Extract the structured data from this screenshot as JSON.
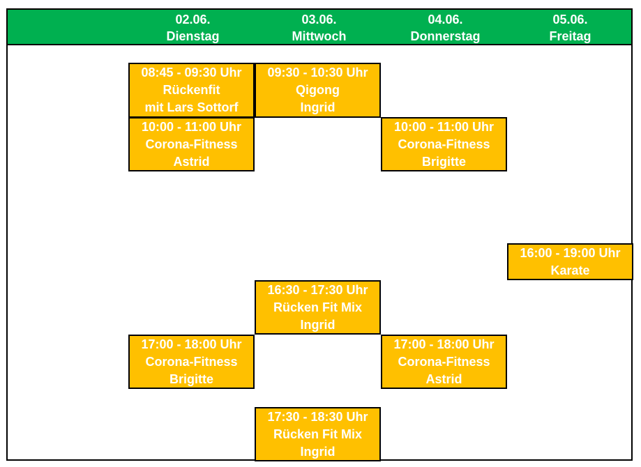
{
  "days": [
    {
      "date": "02.06.",
      "weekday": "Dienstag"
    },
    {
      "date": "03.06.",
      "weekday": "Mittwoch"
    },
    {
      "date": "04.06.",
      "weekday": "Donnerstag"
    },
    {
      "date": "05.06.",
      "weekday": "Freitag"
    }
  ],
  "colors": {
    "header": "#00b050",
    "event": "#ffc000",
    "text": "#ffffff"
  },
  "events": [
    {
      "time": "08:45 - 09:30 Uhr",
      "title": "Rückenfit",
      "trainer": "mit Lars Sottorf"
    },
    {
      "time": "09:30 - 10:30 Uhr",
      "title": "Qigong",
      "trainer": "Ingrid"
    },
    {
      "time": "10:00 - 11:00 Uhr",
      "title": "Corona-Fitness",
      "trainer": "Astrid"
    },
    {
      "time": "10:00 - 11:00 Uhr",
      "title": "Corona-Fitness",
      "trainer": "Brigitte"
    },
    {
      "time": "16:00 - 19:00 Uhr",
      "title": "Karate"
    },
    {
      "time": "16:30 - 17:30 Uhr",
      "title": "Rücken Fit Mix",
      "trainer": "Ingrid"
    },
    {
      "time": "17:00 - 18:00 Uhr",
      "title": "Corona-Fitness",
      "trainer": "Brigitte"
    },
    {
      "time": "17:00 - 18:00 Uhr",
      "title": "Corona-Fitness",
      "trainer": "Astrid"
    },
    {
      "time": "17:30 - 18:30 Uhr",
      "title": "Rücken Fit Mix",
      "trainer": "Ingrid"
    }
  ]
}
